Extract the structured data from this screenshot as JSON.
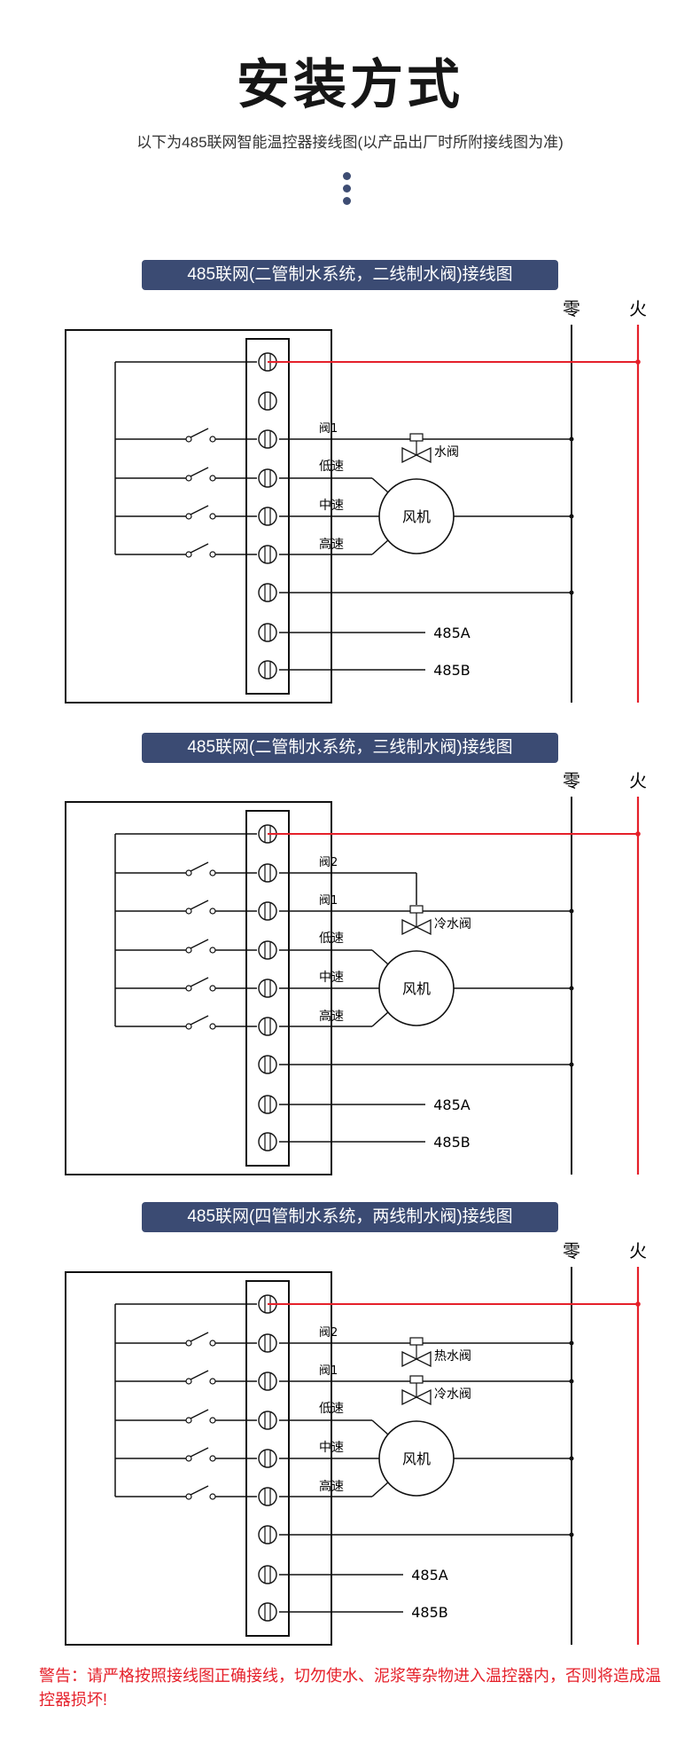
{
  "header": {
    "title": "安装方式",
    "subtitle": "以下为485联网智能温控器接线图(以产品出厂时所附接线图为准)"
  },
  "common": {
    "neutral": "零",
    "live": "火",
    "valve1": "阀1",
    "valve2": "阀2",
    "low": "低速",
    "mid": "中速",
    "high": "高速",
    "fan": "风机",
    "a485": "485A",
    "b485": "485B"
  },
  "diagrams": [
    {
      "title": "485联网(二管制水系统，二线制水阀)接线图",
      "valve_labels": [
        "水阀"
      ]
    },
    {
      "title": "485联网(二管制水系统，三线制水阀)接线图",
      "valve_labels": [
        "冷水阀"
      ]
    },
    {
      "title": "485联网(四管制水系统，两线制水阀)接线图",
      "valve_labels": [
        "热水阀",
        "冷水阀"
      ]
    }
  ],
  "warning": "警告：请严格按照接线图正确接线，切勿使水、泥浆等杂物进入温控器内，否则将造成温控器损坏!",
  "colors": {
    "header_bg": "#3b4b73",
    "live_wire": "#e5202a",
    "line": "#111111"
  }
}
